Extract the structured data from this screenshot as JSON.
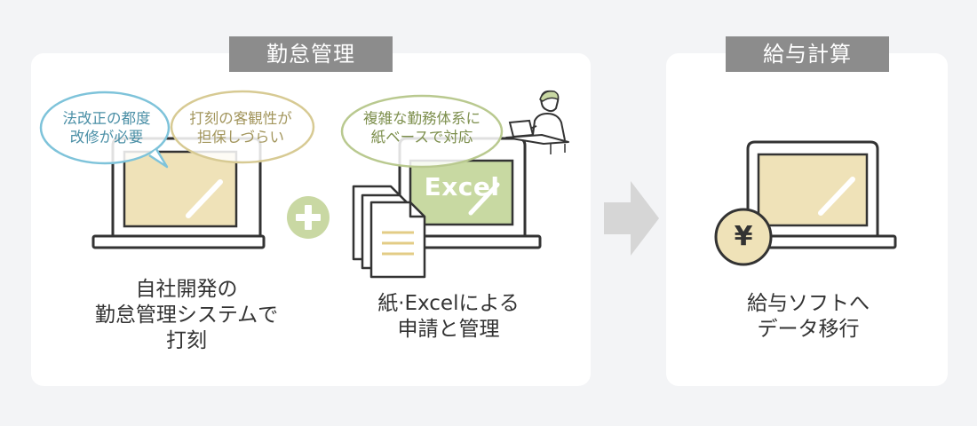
{
  "sections": {
    "attendance": {
      "label": "勤怠管理"
    },
    "payroll": {
      "label": "給与計算"
    }
  },
  "bubbles": {
    "law": "法改正の都度\n改修が必要",
    "objective": "打刻の客観性が\n担保しづらい",
    "complex": "複雑な勤務体系に\n紙ベースで対応"
  },
  "screen_label": "Excel",
  "currency_symbol": "¥",
  "captions": {
    "system": "自社開発の\n勤怠管理システムで\n打刻",
    "paper": "紙·Excelによる\n申請と管理",
    "migrate": "給与ソフトへ\nデータ移行"
  },
  "colors": {
    "background": "#f3f4f6",
    "panel": "#ffffff",
    "tab": "#8c8c8c",
    "screen": "#efe2b8",
    "excel_screen": "#c8d9a2",
    "plus": "#c9d8a3",
    "arrow": "#d6d6d6",
    "bubble_blue": "#7ec3da",
    "bubble_tan": "#d7ca93",
    "bubble_green": "#b9c98f"
  },
  "icons": [
    "laptop-icon",
    "document-icon",
    "plus-icon",
    "arrow-right-icon",
    "yen-coin-icon",
    "person-at-laptop-icon"
  ]
}
